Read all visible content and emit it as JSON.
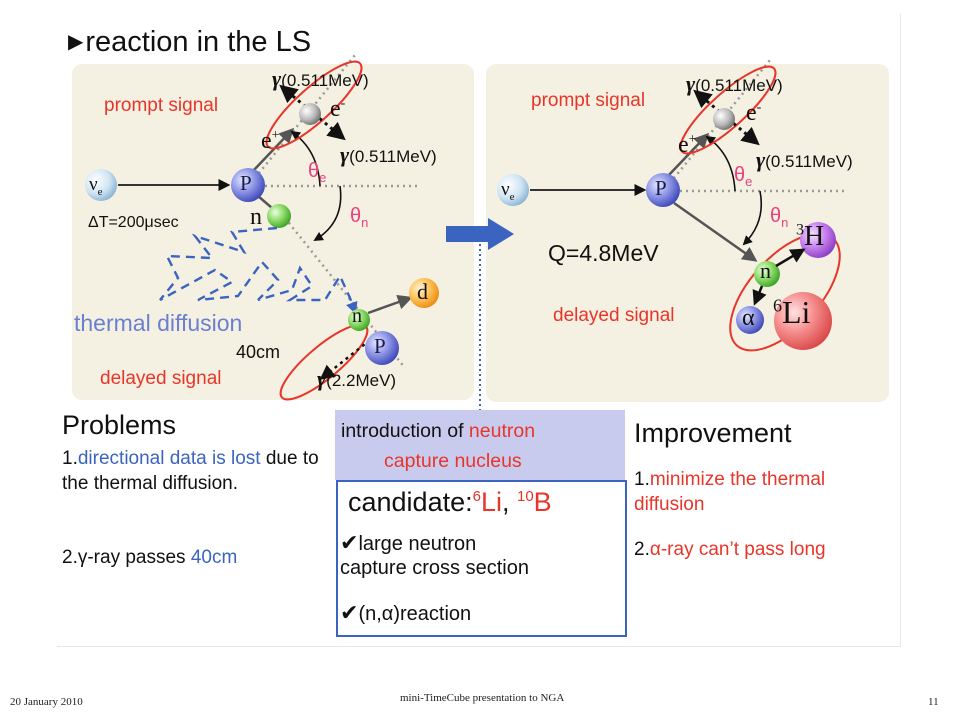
{
  "slide": {
    "title": "reaction in the LS",
    "left_panel": {
      "prompt_signal": "prompt signal",
      "gamma_top": "(0.511MeV)",
      "gamma_right": "(0.511MeV)",
      "electron": "e",
      "electron_sup": "-",
      "positron": "e",
      "positron_sup": "+",
      "theta_e": "θ",
      "theta_e_sub": "e",
      "theta_n": "θ",
      "theta_n_sub": "n",
      "nu": "ν",
      "nu_sub": "e",
      "proton": "P",
      "neutron": "n",
      "delta_t": "ΔT=200μsec",
      "thermal_diffusion": "thermal diffusion",
      "distance": "40cm",
      "delayed_signal": "delayed signal",
      "gamma_delayed": "(2.2MeV)",
      "deuteron": "d",
      "proton2": "P",
      "neutron2": "n",
      "gamma_symbol": "γ"
    },
    "right_panel": {
      "prompt_signal": "prompt signal",
      "gamma_top": "(0.511MeV)",
      "gamma_right": "(0.511MeV)",
      "electron": "e",
      "electron_sup": "-",
      "positron": "e",
      "positron_sup": "+",
      "theta_e": "θ",
      "theta_e_sub": "e",
      "theta_n": "θ",
      "theta_n_sub": "n",
      "nu": "ν",
      "nu_sub": "e",
      "proton": "P",
      "q_value": "Q=4.8MeV",
      "delayed_signal": "delayed signal",
      "neutron": "n",
      "tritium_sup": "3",
      "tritium": "H",
      "alpha": "α",
      "lithium_sup": "6",
      "lithium": "Li",
      "gamma_symbol": "γ"
    },
    "problems": {
      "heading": "Problems",
      "item1_num": "1.",
      "item1_blue": "directional data is lost",
      "item1_rest": " due to the thermal diffusion.",
      "item2_num": "2.",
      "item2_text": "γ-ray passes ",
      "item2_blue": "40cm"
    },
    "introduction": {
      "prefix": "introduction of ",
      "red1": "neutron",
      "red2": "capture nucleus"
    },
    "candidate": {
      "label": "candidate:",
      "li_sup": "6",
      "li": "Li",
      "sep": ", ",
      "b_sup": "10",
      "b": "B",
      "check1": "✔",
      "check1_line1": "large neutron",
      "check1_line2": "capture cross section",
      "check2": "✔",
      "check2_text": "(n,α)reaction"
    },
    "improvement": {
      "heading": "Improvement",
      "item1_num": "1.",
      "item1_red": "minimize the thermal diffusion",
      "item2_num": "2.",
      "item2_red": "α-ray can’t pass long"
    }
  },
  "footer": {
    "date": "20 January 2010",
    "center": "mini-TimeCube presentation to NGA",
    "page": "11"
  },
  "colors": {
    "red": "#e8352a",
    "pink": "#e9407f",
    "blue": "#3b63c0",
    "panel": "#f5f1e2",
    "intro_bg": "#c9cbee"
  }
}
